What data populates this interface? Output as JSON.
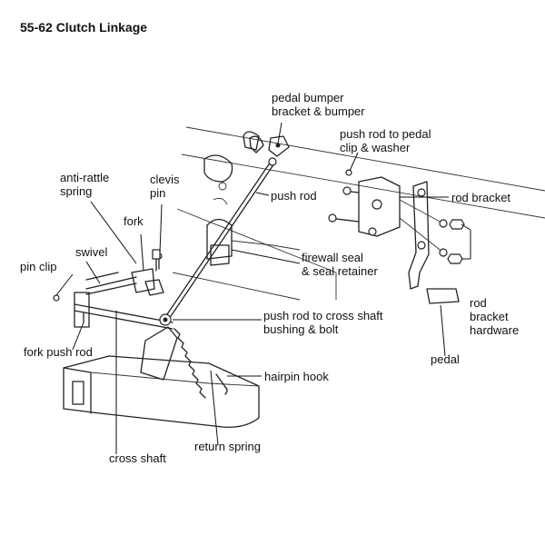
{
  "title": "55-62 Clutch Linkage",
  "labels": {
    "pedal_bumper": "pedal bumper\nbracket & bumper",
    "push_rod_to_pedal": "push rod to pedal\nclip & washer",
    "rod_bracket": "rod bracket",
    "anti_rattle_spring": "anti-rattle\nspring",
    "clevis_pin": "clevis\npin",
    "push_rod": "push rod",
    "fork": "fork",
    "swivel": "swivel",
    "pin_clip": "pin clip",
    "firewall_seal": "firewall seal\n& seal retainer",
    "rod_bracket_hardware": "rod\nbracket\nhardware",
    "push_rod_to_cross_shaft": "push rod to cross shaft\nbushing & bolt",
    "fork_push_rod": "fork push rod",
    "pedal": "pedal",
    "hairpin_hook": "hairpin hook",
    "return_spring": "return spring",
    "cross_shaft": "cross shaft"
  }
}
